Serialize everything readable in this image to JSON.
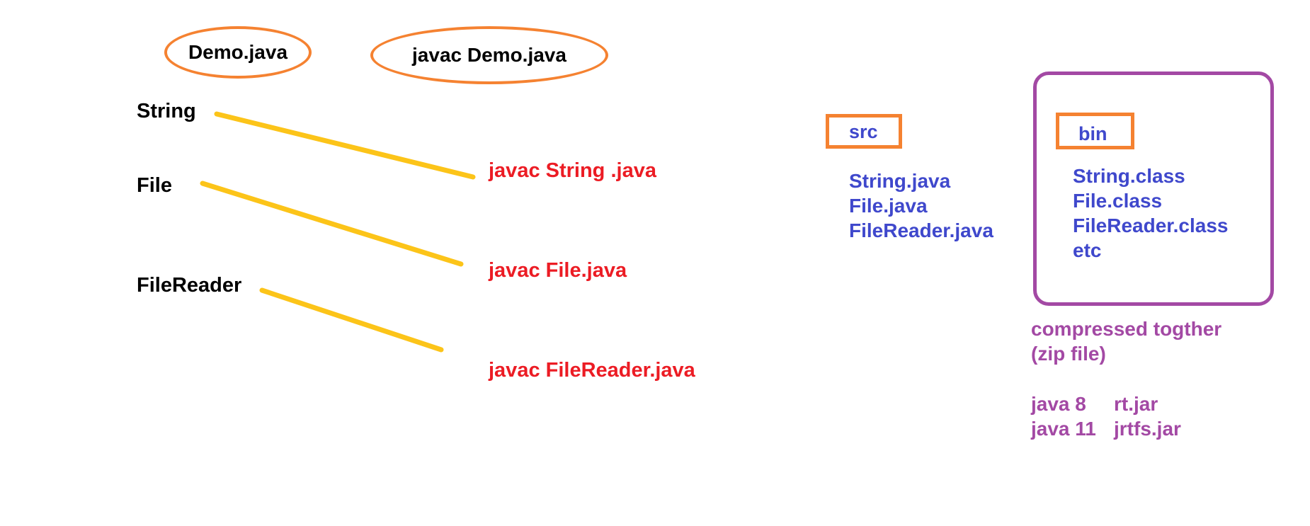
{
  "ovals": {
    "demo_java": "Demo.java",
    "javac_demo": "javac Demo.java"
  },
  "left_classes": {
    "string": "String",
    "file": "File",
    "filereader": "FileReader"
  },
  "commands": {
    "string": "javac String .java",
    "file": "javac File.java",
    "filereader": "javac FileReader.java"
  },
  "src": {
    "label": "src",
    "files": [
      "String.java",
      "File.java",
      "FileReader.java"
    ]
  },
  "bin": {
    "label": "bin",
    "files": [
      "String.class",
      "File.class",
      "FileReader.class",
      "etc"
    ]
  },
  "notes": {
    "compressed_line1": "compressed togther",
    "compressed_line2": "(zip file)",
    "java8_version": "java 8",
    "java8_jar": "rt.jar",
    "java11_version": "java 11",
    "java11_jar": "jrtfs.jar"
  },
  "colors": {
    "oval_border": "#f58231",
    "connector_line": "#fcc419",
    "command_text": "#ec1c24",
    "file_text": "#3f48cc",
    "bin_border": "#a349a4",
    "note_text": "#a349a4"
  }
}
